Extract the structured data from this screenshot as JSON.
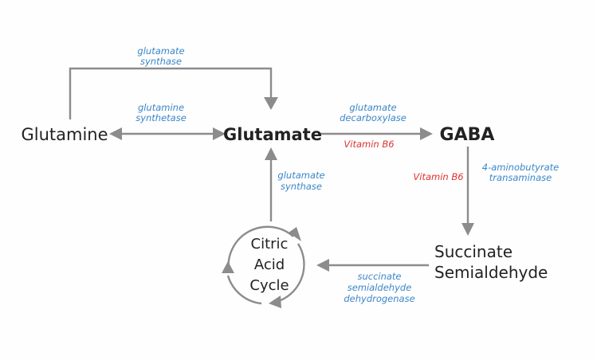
{
  "colors": {
    "node_text": "#222222",
    "enzyme_text": "#3a86c8",
    "cofactor_text": "#e03030",
    "arrow": "#8c8c8e"
  },
  "nodes": {
    "glutamine": "Glutamine",
    "glutamate": "Glutamate",
    "gaba": "GABA",
    "succinate_line1": "Succinate",
    "succinate_line2": "Semialdehyde",
    "cac_line1": "Citric",
    "cac_line2": "Acid",
    "cac_line3": "Cycle"
  },
  "edges": {
    "top_loop": {
      "enzyme_line1": "glutamate",
      "enzyme_line2": "synthase"
    },
    "glutamine_glutamate": {
      "enzyme_line1": "glutamine",
      "enzyme_line2": "synthetase"
    },
    "glutamate_gaba": {
      "enzyme_line1": "glutamate",
      "enzyme_line2": "decarboxylase",
      "cofactor": "Vitamin B6"
    },
    "gaba_succinate": {
      "enzyme_line1": "4-aminobutyrate",
      "enzyme_line2": "transaminase",
      "cofactor": "Vitamin B6"
    },
    "succinate_cac": {
      "enzyme_line1": "succinate",
      "enzyme_line2": "semialdehyde",
      "enzyme_line3": "dehydrogenase"
    },
    "cac_glutamate": {
      "enzyme_line1": "glutamate",
      "enzyme_line2": "synthase"
    }
  }
}
